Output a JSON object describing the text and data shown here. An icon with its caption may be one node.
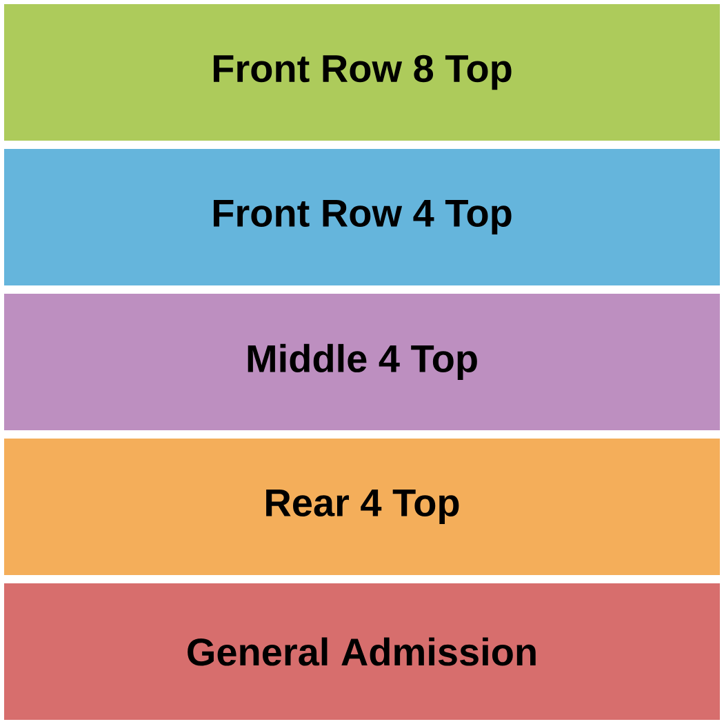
{
  "diagram": {
    "nodes": [
      {
        "text": [
          "Front Row 8 Top"
        ]
      },
      {
        "text": [
          "Front Row 4 Top"
        ]
      },
      {
        "text": [
          "Middle 4 Top"
        ]
      },
      {
        "text": [
          "Rear 4 Top"
        ]
      },
      {
        "text": [
          "General Admission"
        ]
      }
    ]
  }
}
